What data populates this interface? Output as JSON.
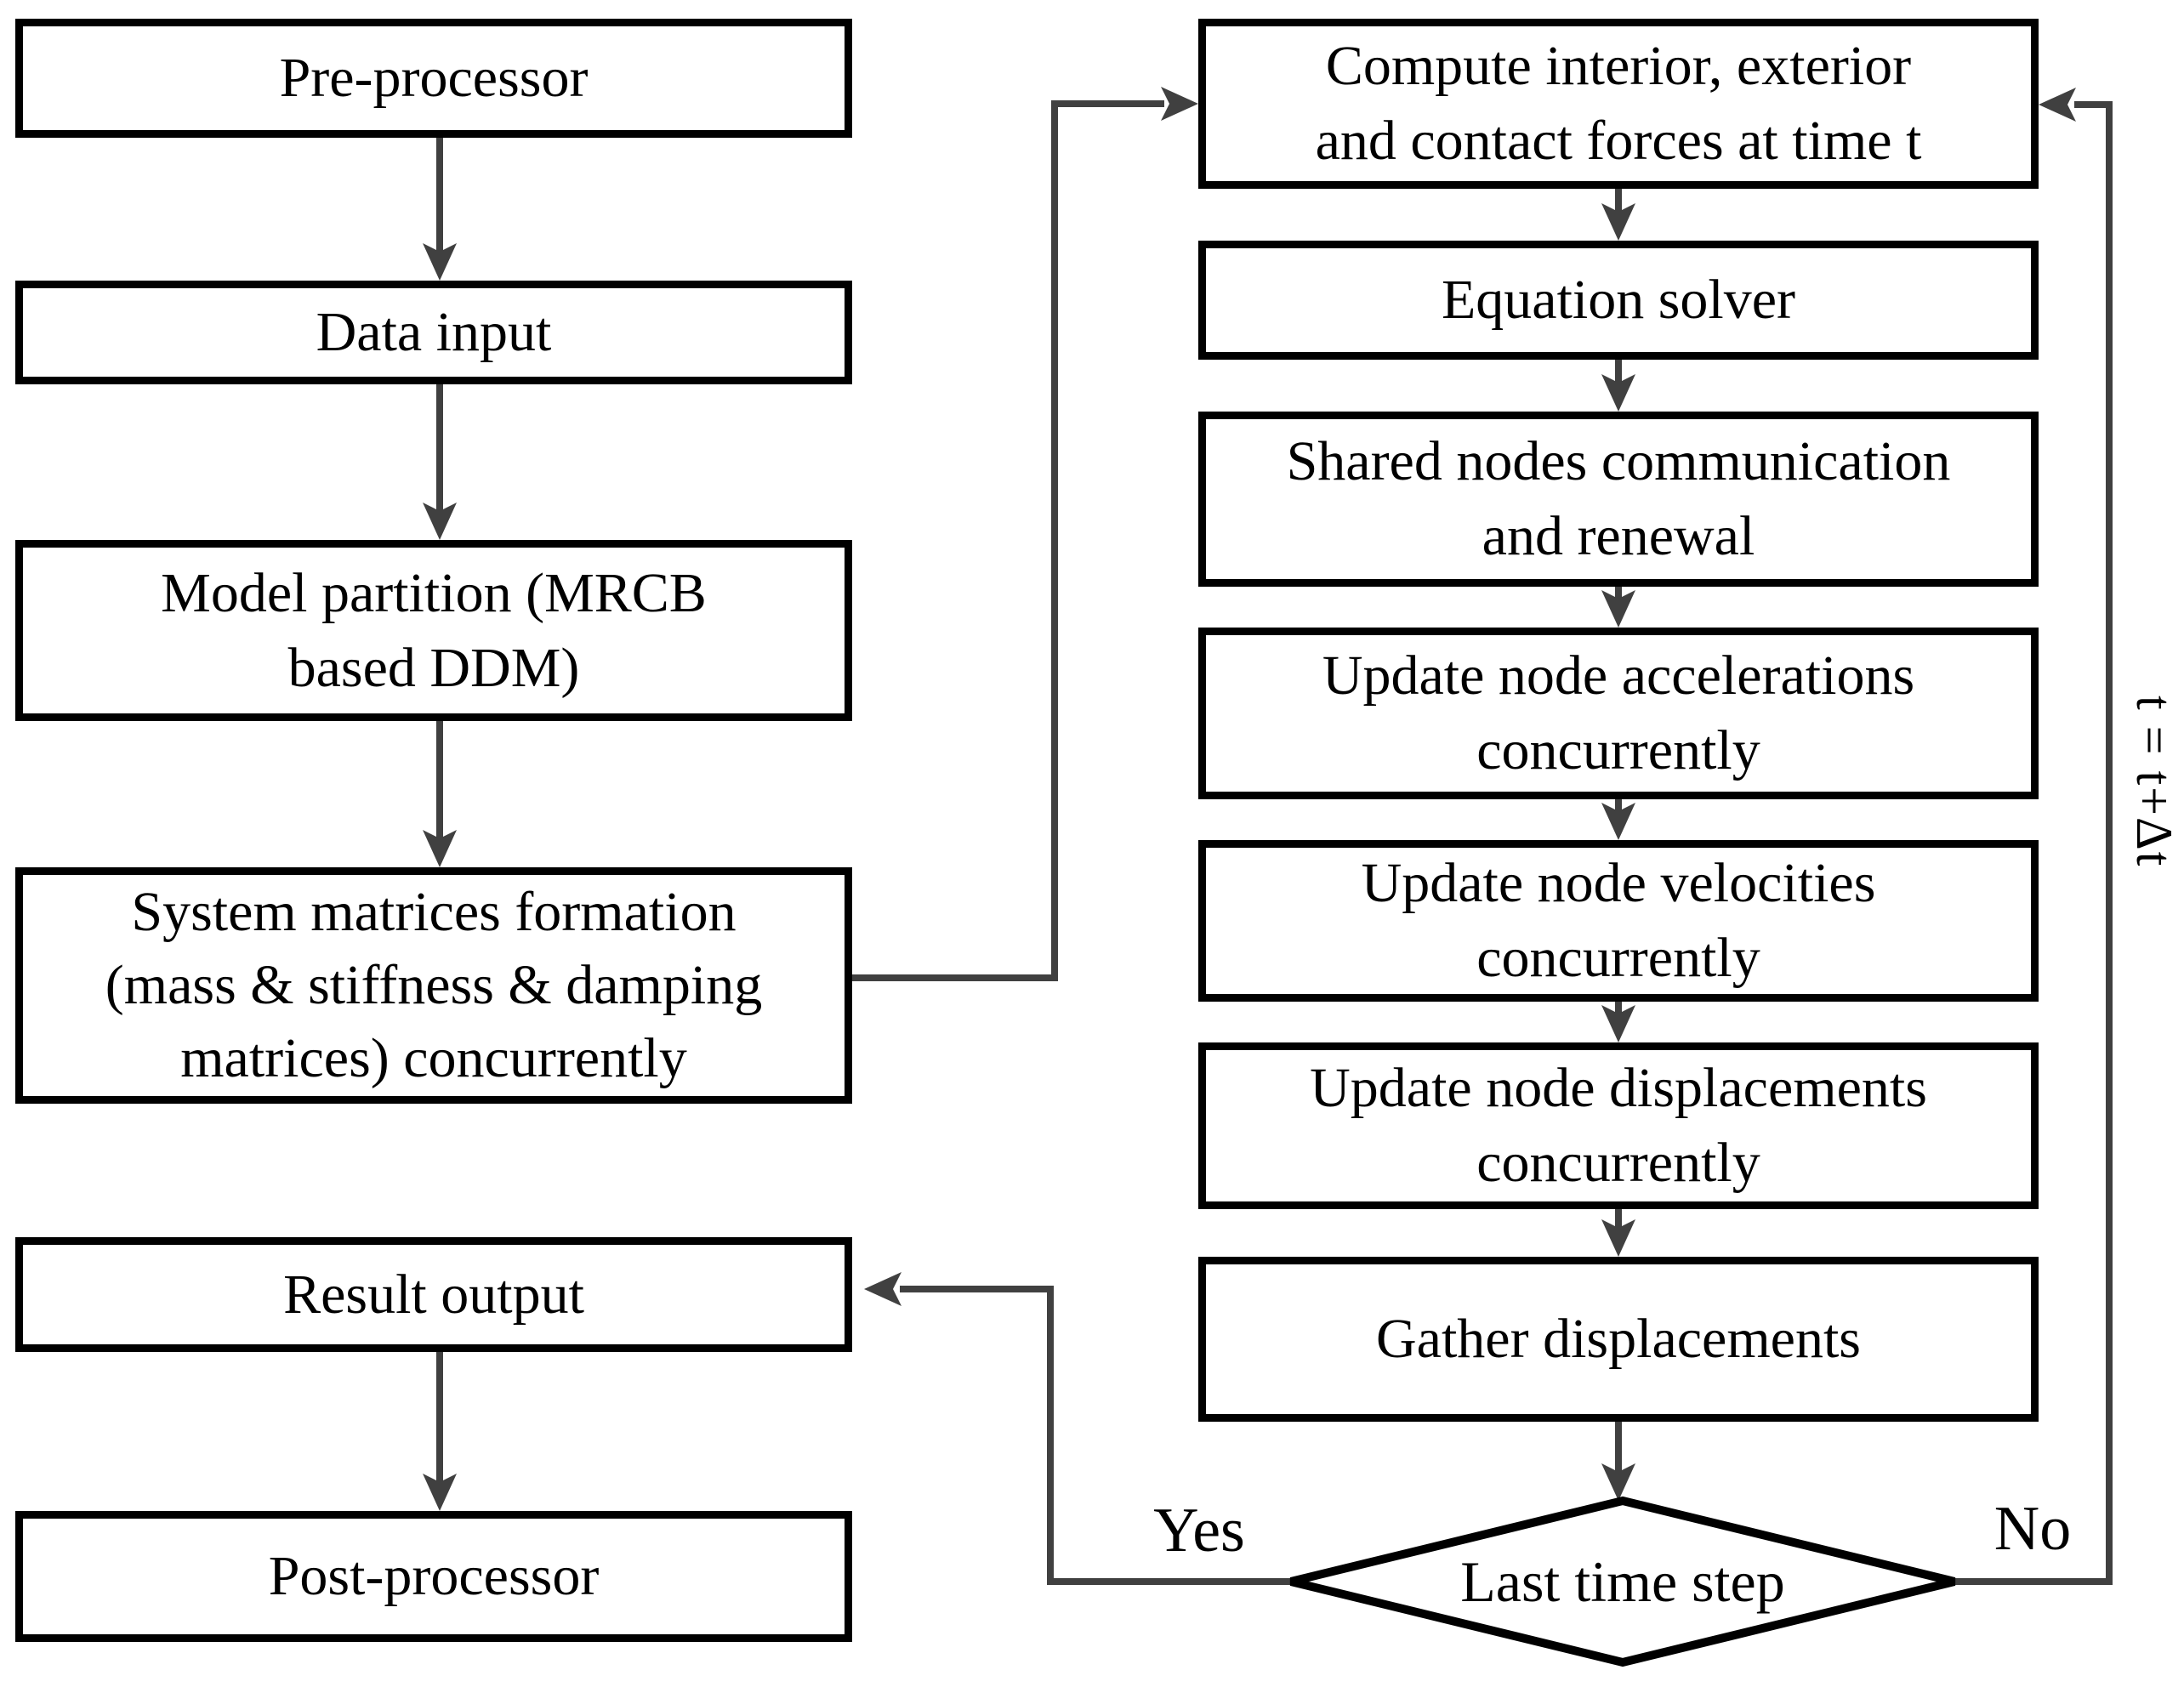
{
  "diagram": {
    "left": [
      {
        "label": "Pre-processor"
      },
      {
        "label": "Data input"
      },
      {
        "label": "Model partition (MRCB\nbased DDM)"
      },
      {
        "label": "System matrices formation\n(mass & stiffness & damping\nmatrices) concurrently"
      },
      {
        "label": "Result output"
      },
      {
        "label": "Post-processor"
      }
    ],
    "right": [
      {
        "label": "Compute interior, exterior\nand contact forces at time t"
      },
      {
        "label": "Equation solver"
      },
      {
        "label": "Shared nodes communication\nand renewal"
      },
      {
        "label": "Update node accelerations\nconcurrently"
      },
      {
        "label": "Update node velocities\nconcurrently"
      },
      {
        "label": "Update node displacements\nconcurrently"
      },
      {
        "label": "Gather displacements"
      }
    ],
    "decision": {
      "label": "Last time step"
    },
    "edge_labels": {
      "yes": "Yes",
      "no": "No",
      "time_update": "t = t+Δt"
    },
    "colors": {
      "box_border": "#000000",
      "connector": "#404040",
      "text": "#000000",
      "background": "#ffffff"
    }
  }
}
